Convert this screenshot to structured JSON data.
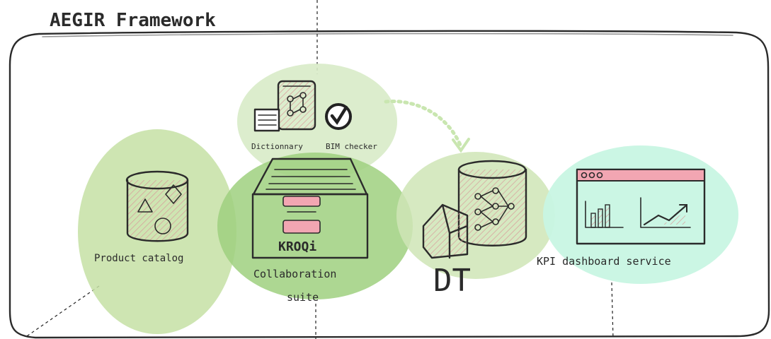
{
  "title": "AEGIR Framework",
  "components": {
    "product_catalog": {
      "label": "Product catalog",
      "color": "#c5e0a5"
    },
    "dictionary": {
      "label": "Dictionnary",
      "color": "#d8ebc8"
    },
    "bim_checker": {
      "label": "BIM checker"
    },
    "kroqi_brand": {
      "label": "KROQi"
    },
    "collaboration": {
      "line1": "Collaboration",
      "line2": "suite",
      "color": "#9fd07f"
    },
    "dt": {
      "label": "DT",
      "color": "#cfe5b6"
    },
    "kpi": {
      "label": "KPI dashboard service",
      "color": "#c8f5e3"
    }
  },
  "accent_colors": {
    "pink": "#f2a6b2",
    "hatch": "#e8b7b7",
    "arrow": "#c9e6b0"
  }
}
